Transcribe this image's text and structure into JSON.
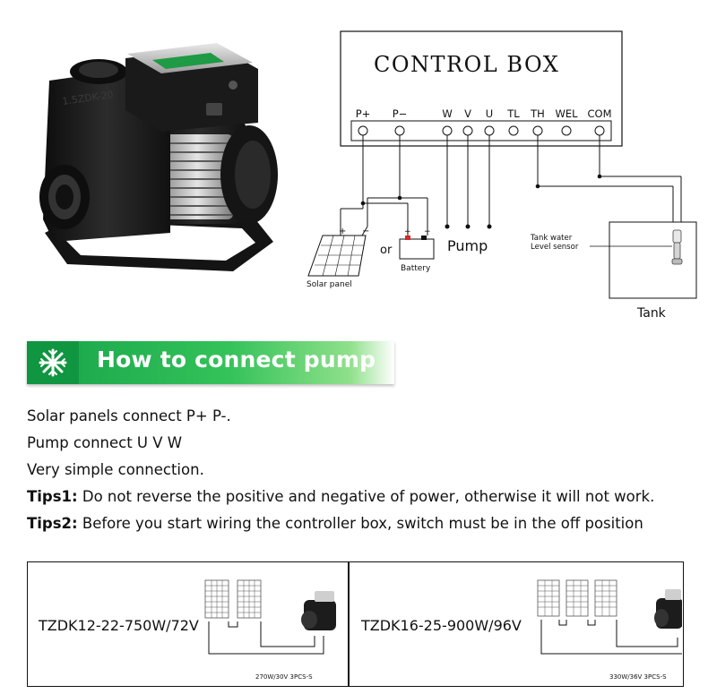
{
  "control_box": {
    "title": "CONTROL BOX",
    "terminals": [
      "P+",
      "P−",
      "W",
      "V",
      "U",
      "TL",
      "TH",
      "WEL",
      "COM"
    ]
  },
  "wiring": {
    "solar_panel_label": "Solar panel",
    "or_label": "or",
    "battery_label": "Battery",
    "pump_label": "Pump",
    "sensor_label_line1": "Tank water",
    "sensor_label_line2": "Level sensor",
    "tank_label": "Tank",
    "plus": "+",
    "minus": "−"
  },
  "banner": {
    "title": "How to connect pump"
  },
  "instructions": {
    "line1": "Solar panels connect P+ P-.",
    "line2": "Pump connect U V W",
    "line3": "Very simple connection.",
    "tips1_label": "Tips1:",
    "tips1_text": " Do not reverse the positive and negative of power, otherwise it will not work.",
    "tips2_label": "Tips2:",
    "tips2_text": " Before you start wiring the controller box, switch must be in the off position"
  },
  "configs": [
    {
      "model": "TZDK12-22-750W/72V",
      "spec": "270W/30V  3PCS-S"
    },
    {
      "model": "TZDK16-25-900W/96V",
      "spec": "330W/36V  3PCS-S"
    }
  ],
  "product": {
    "casting_text": "1.5ZDK-20"
  },
  "colors": {
    "banner_green": "#16a34a",
    "banner_icon_green": "#109540",
    "battery_red": "#d62828",
    "pump_body": "#1c1c1c"
  }
}
